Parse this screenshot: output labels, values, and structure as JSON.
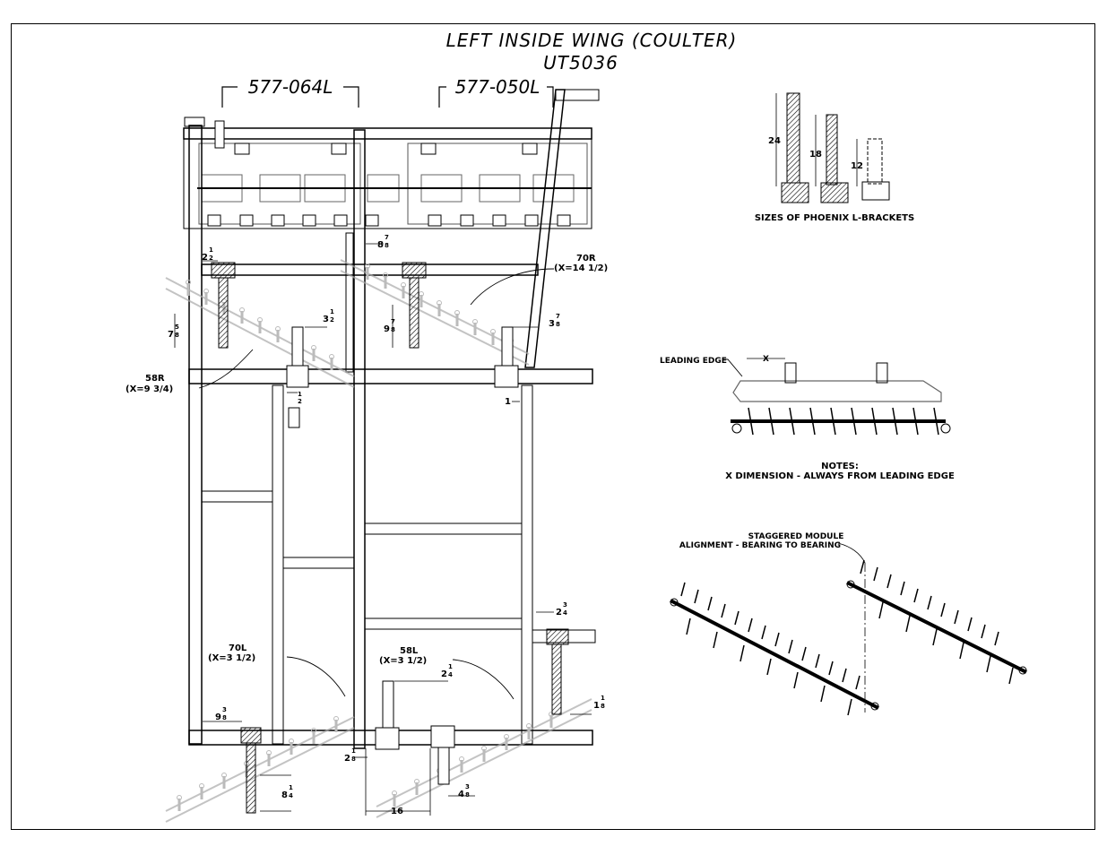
{
  "title": {
    "line1": "LEFT INSIDE WING (COULTER)",
    "line2": "UT5036"
  },
  "parts": {
    "left_module": "577-064L",
    "right_module": "577-050L"
  },
  "brackets": {
    "caption": "SIZES OF PHOENIX L-BRACKETS",
    "sizes": [
      "24",
      "18",
      "12"
    ]
  },
  "leading_edge": {
    "label": "LEADING EDGE",
    "x_label": "X",
    "notes_title": "NOTES:",
    "notes_text": "X DIMENSION - ALWAYS FROM LEADING EDGE"
  },
  "staggered": {
    "line1": "STAGGERED MODULE",
    "line2": "ALIGNMENT - BEARING TO BEARING"
  },
  "callouts": {
    "r70_name": "70R",
    "r70_x": "(X=14 1/2)",
    "r58_name": "58R",
    "r58_x": "(X=9 3/4)",
    "l70_name": "70L",
    "l70_x": "(X=3 1/2)",
    "l58_name": "58L",
    "l58_x": "(X=3 1/2)"
  },
  "dimensions": {
    "d_2_1_2": {
      "whole": "2",
      "num": "1",
      "den": "2"
    },
    "d_7_5_8": {
      "whole": "7",
      "num": "5",
      "den": "8"
    },
    "d_3_1_2": {
      "whole": "3",
      "num": "1",
      "den": "2"
    },
    "d_8_7_8": {
      "whole": "8",
      "num": "7",
      "den": "8"
    },
    "d_9_7_8": {
      "whole": "9",
      "num": "7",
      "den": "8"
    },
    "d_3_7_8": {
      "whole": "3",
      "num": "7",
      "den": "8"
    },
    "d_half": {
      "whole": "",
      "num": "1",
      "den": "2"
    },
    "d_1": "1",
    "d_2_3_4": {
      "whole": "2",
      "num": "3",
      "den": "4"
    },
    "d_2_1_4": {
      "whole": "2",
      "num": "1",
      "den": "4"
    },
    "d_1_1_8": {
      "whole": "1",
      "num": "1",
      "den": "8"
    },
    "d_9_3_8": {
      "whole": "9",
      "num": "3",
      "den": "8"
    },
    "d_2_1_8": {
      "whole": "2",
      "num": "1",
      "den": "8"
    },
    "d_8_1_4": {
      "whole": "8",
      "num": "1",
      "den": "4"
    },
    "d_4_3_8": {
      "whole": "4",
      "num": "3",
      "den": "8"
    },
    "d_16": "16"
  }
}
